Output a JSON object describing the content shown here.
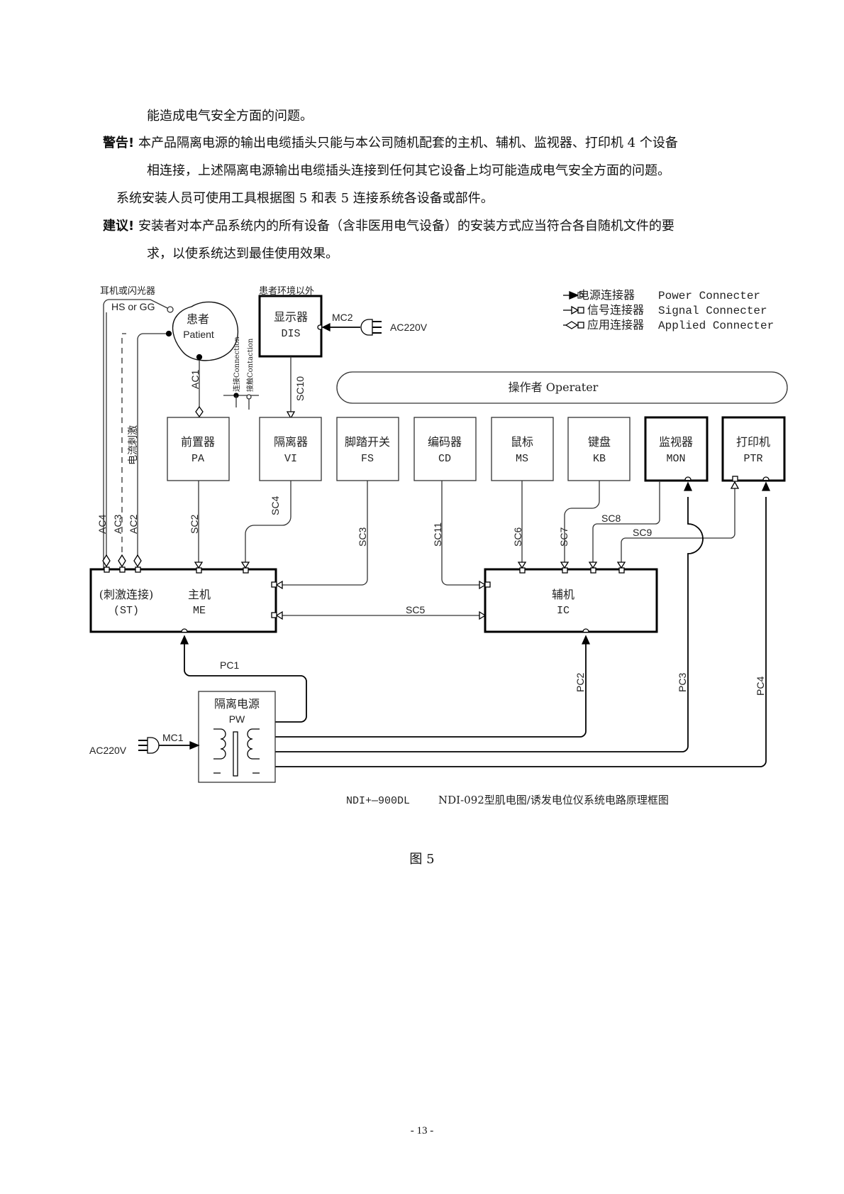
{
  "text": {
    "line1": "能造成电气安全方面的问题。",
    "warning_label": "警告!",
    "warning_line1": " 本产品隔离电源的输出电缆插头只能与本公司随机配套的主机、辅机、监视器、打印机 4 个设备",
    "warning_line2": "相连接，上述隔离电源输出电缆插头连接到任何其它设备上均可能造成电气安全方面的问题。",
    "install_line": "系统安装人员可使用工具根据图 5 和表 5 连接系统各设备或部件。",
    "suggest_label": "建议!",
    "suggest_line1": " 安装者对本产品系统内的所有设备（含非医用电气设备）的安装方式应当符合各自随机文件的要",
    "suggest_line2": "求，以使系统达到最佳使用效果。"
  },
  "diagram": {
    "legend": [
      {
        "icon": "power-connector-icon",
        "cn": "电源连接器",
        "en": "Power Connecter"
      },
      {
        "icon": "signal-connector-icon",
        "cn": "信号连接器",
        "en": "Signal Connecter"
      },
      {
        "icon": "applied-connector-icon",
        "cn": "应用连接器",
        "en": "Applied Connecter"
      }
    ],
    "headphone_label": "耳机或闪光器",
    "hs_gg": "HS or GG",
    "patient_cn": "患者",
    "patient_en": "Patient",
    "outside_env": "患者环境以外",
    "connection_label": "连接Connection",
    "contaction_label": "接触Contaction",
    "current_stim": "电流刺激",
    "operator": "操作者 Operater",
    "ac220_top": "AC220V",
    "ac220_bottom": "AC220V",
    "devices": {
      "dis": {
        "cn": "显示器",
        "en": "DIS"
      },
      "pa": {
        "cn": "前置器",
        "en": "PA"
      },
      "vi": {
        "cn": "隔离器",
        "en": "VI"
      },
      "fs": {
        "cn": "脚踏开关",
        "en": "FS"
      },
      "cd": {
        "cn": "编码器",
        "en": "CD"
      },
      "ms": {
        "cn": "鼠标",
        "en": "MS"
      },
      "kb": {
        "cn": "键盘",
        "en": "KB"
      },
      "mon": {
        "cn": "监视器",
        "en": "MON"
      },
      "ptr": {
        "cn": "打印机",
        "en": "PTR"
      },
      "me": {
        "cn": "主机",
        "en": "ME",
        "st_cn": "(刺激连接)",
        "st_en": "(ST)"
      },
      "ic": {
        "cn": "辅机",
        "en": "IC"
      },
      "pw": {
        "cn": "隔离电源",
        "en": "PW"
      }
    },
    "cables": {
      "ac1": "AC1",
      "ac2": "AC2",
      "ac3": "AC3",
      "ac4": "AC4",
      "sc2": "SC2",
      "sc3": "SC3",
      "sc4": "SC4",
      "sc5": "SC5",
      "sc6": "SC6",
      "sc7": "SC7",
      "sc8": "SC8",
      "sc9": "SC9",
      "sc10": "SC10",
      "sc11": "SC11",
      "pc1": "PC1",
      "pc2": "PC2",
      "pc3": "PC3",
      "pc4": "PC4",
      "mc1": "MC1",
      "mc2": "MC2"
    },
    "caption_model": "NDI+—900DL",
    "caption_title": "NDI-092型肌电图/诱发电位仪系统电路原理框图"
  },
  "figure_label": "图 5",
  "page_number": "- 13 -"
}
